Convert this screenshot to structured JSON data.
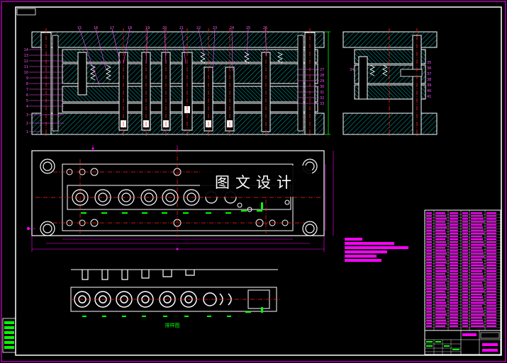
{
  "drawing": {
    "watermark": "图文设计",
    "strip_layout_label": "排样图",
    "elevation_callouts": [
      "15",
      "16",
      "17",
      "18",
      "19",
      "20",
      "21",
      "22",
      "23",
      "24",
      "25",
      "26"
    ],
    "left_side_callouts": [
      "14",
      "13",
      "12",
      "11",
      "10",
      "9",
      "8",
      "7",
      "6",
      "5",
      "4",
      "3",
      "2",
      "1"
    ],
    "right_side_callouts": [
      "27",
      "28",
      "29",
      "30",
      "31",
      "32",
      "33"
    ],
    "side_view_callouts": [
      "34",
      "35",
      "36",
      "37",
      "38",
      "39",
      "40",
      "41"
    ],
    "colors": {
      "background": "#000000",
      "border": "#ff00ff",
      "lines": "#ffffff",
      "hatch": "#00cccc",
      "centerline": "#ff2222",
      "punch": "#00ff00",
      "label": "#ff55ff",
      "note_bar": "#ff00ff",
      "dimension": "#ff00ff"
    },
    "title_block_icons": [
      "parts-list-table",
      "title-block"
    ]
  }
}
